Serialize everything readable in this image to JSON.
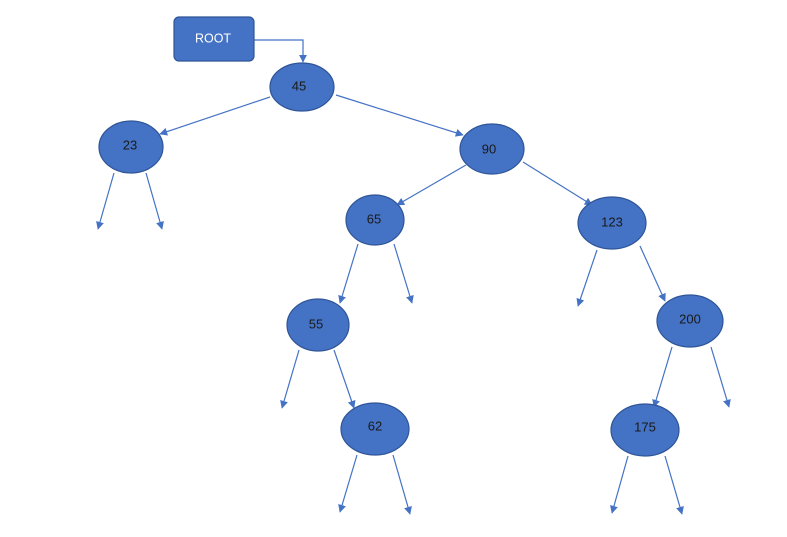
{
  "diagram": {
    "root_label": "ROOT",
    "nodes": {
      "n45": "45",
      "n23": "23",
      "n90": "90",
      "n65": "65",
      "n123": "123",
      "n55": "55",
      "n200": "200",
      "n62": "62",
      "n175": "175"
    }
  },
  "colors": {
    "node_fill": "#4472c4",
    "node_border": "#2f5597",
    "edge": "#4472c4",
    "label_text": "#ffffff"
  }
}
